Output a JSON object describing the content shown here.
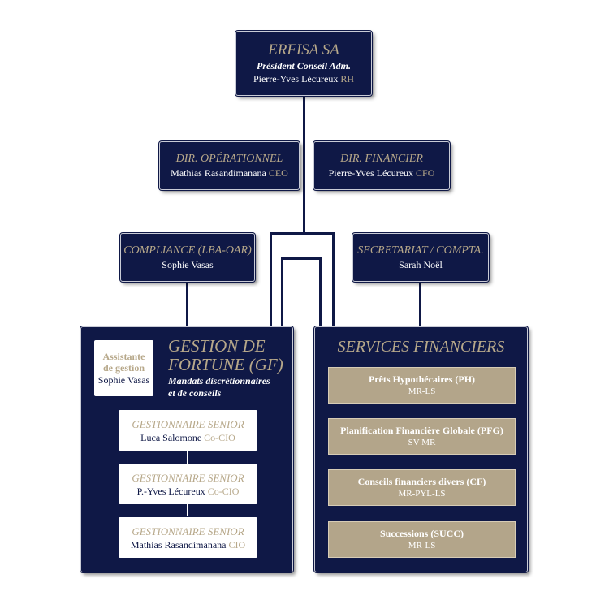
{
  "top": {
    "title": "ERFISA SA",
    "subtitle": "Président Conseil Adm.",
    "person": "Pierre-Yves Lécureux",
    "role": "RH"
  },
  "dir_op": {
    "title": "DIR. OPÉRATIONNEL",
    "person": "Mathias Rasandimanana",
    "role": "CEO"
  },
  "dir_fin": {
    "title": "DIR. FINANCIER",
    "person": "Pierre-Yves Lécureux",
    "role": "CFO"
  },
  "compliance": {
    "title": "COMPLIANCE (LBA-OAR)",
    "person": "Sophie Vasas"
  },
  "secretariat": {
    "title": "SECRETARIAT / COMPTA.",
    "person": "Sarah Noël"
  },
  "gf": {
    "title_line1": "GESTION DE",
    "title_line2": "FORTUNE (GF)",
    "subtitle_line1": "Mandats discrétionnaires",
    "subtitle_line2": "et de conseils",
    "assistant": {
      "label_line1": "Assistante",
      "label_line2": "de gestion",
      "person": "Sophie Vasas"
    },
    "managers": [
      {
        "title": "GESTIONNAIRE SENIOR",
        "person": "Luca Salomone",
        "role": "Co-CIO"
      },
      {
        "title": "GESTIONNAIRE SENIOR",
        "person": "P.-Yves Lécureux",
        "role": "Co-CIO"
      },
      {
        "title": "GESTIONNAIRE SENIOR",
        "person": "Mathias Rasandimanana",
        "role": "CIO"
      }
    ]
  },
  "sf": {
    "title": "SERVICES FINANCIERS",
    "services": [
      {
        "name": "Prêts Hypothécaires (PH)",
        "code": "MR-LS"
      },
      {
        "name": "Planification Financière Globale (PFG)",
        "code": "SV-MR"
      },
      {
        "name": "Conseils financiers divers (CF)",
        "code": "MR-PYL-LS"
      },
      {
        "name": "Successions (SUCC)",
        "code": "MR-LS"
      }
    ]
  },
  "colors": {
    "navy": "#0f1846",
    "gold": "#b7a88a",
    "tan": "#b3a58a",
    "white": "#ffffff"
  }
}
